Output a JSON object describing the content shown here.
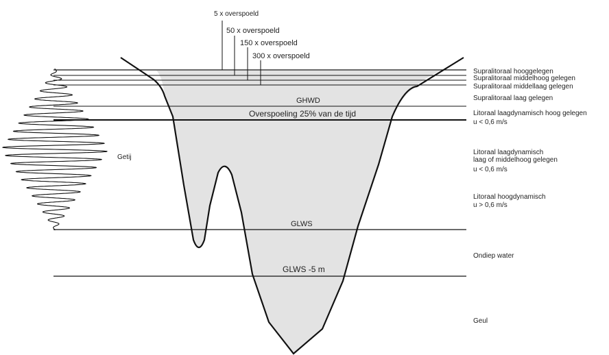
{
  "overspoeld": [
    "5 x overspoeld",
    "50 x overspoeld",
    "150 x overspoeld",
    "300 x overspoeld"
  ],
  "tide_label": "Getij",
  "water_levels": {
    "ghwd": "GHWD",
    "overspoeling": "Overspoeling 25% van de tijd",
    "glws": "GLWS",
    "glws_min5": "GLWS -5 m"
  },
  "zones": {
    "supra_hoog": "Supralitoraal hooggelegen",
    "supra_middelhoog": "Supralitoraal middelhoog gelegen",
    "supra_middellaag": "Supralitoraal middellaag gelegen",
    "supra_laag": "Supralitoraal laag gelegen",
    "lito_laagdyn_hoog": "Litoraal laagdynamisch hoog gelegen",
    "lito_laagdyn_hoog_u": "u < 0,6 m/s",
    "lito_laagdyn_midd_1": "Litoraal laagdynamisch",
    "lito_laagdyn_midd_2": "laag of middelhoog gelegen",
    "lito_laagdyn_midd_u": "u < 0,6 m/s",
    "lito_hoogdyn": "Litoraal hoogdynamisch",
    "lito_hoogdyn_u": "u > 0,6 m/s",
    "ondiep": "Ondiep water",
    "geul": "Geul"
  },
  "colors": {
    "water_fill": "#e3e3e3",
    "line": "#111111"
  }
}
